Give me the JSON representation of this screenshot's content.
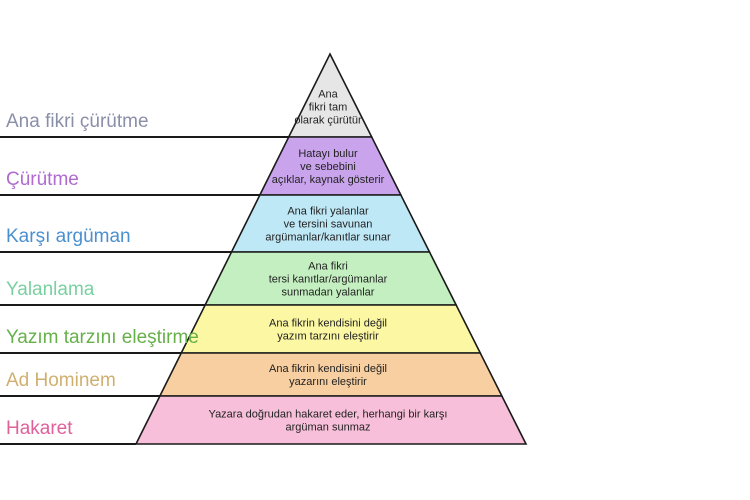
{
  "levels": [
    {
      "label": "Ana fikri çürütme",
      "label_color": "#8a8fa8",
      "fill": "#e6e6e6",
      "description": [
        "Ana",
        "fikri tam",
        "olarak çürütür"
      ]
    },
    {
      "label": "Çürütme",
      "label_color": "#b06ad0",
      "fill": "#c9a4ec",
      "description": [
        "Hatayı bulur",
        "ve sebebini",
        "açıklar, kaynak gösterir"
      ]
    },
    {
      "label": "Karşı argüman",
      "label_color": "#4a90d0",
      "fill": "#bfe8f6",
      "description": [
        "Ana fikri yalanlar",
        "ve tersini savunan",
        "argümanlar/kanıtlar sunar"
      ]
    },
    {
      "label": "Yalanlama",
      "label_color": "#7ad0a0",
      "fill": "#c4efc0",
      "description": [
        "Ana fikri",
        "tersi kanıtlar/argümanlar",
        "sunmadan yalanlar"
      ]
    },
    {
      "label": "Yazım tarzını eleştirme",
      "label_color": "#66b04a",
      "fill": "#fbf7a2",
      "description": [
        "Ana fikrin kendisini değil",
        "yazım tarzını eleştirir"
      ]
    },
    {
      "label": "Ad Hominem",
      "label_color": "#d0b070",
      "fill": "#f8cfa0",
      "description": [
        "Ana fikrin kendisini değil",
        "yazarını eleştirir"
      ]
    },
    {
      "label": "Hakaret",
      "label_color": "#e0609a",
      "fill": "#f7bfd9",
      "description": [
        "Yazara doğrudan hakaret eder, herhangi bir karşı",
        "argüman sunmaz"
      ]
    }
  ]
}
